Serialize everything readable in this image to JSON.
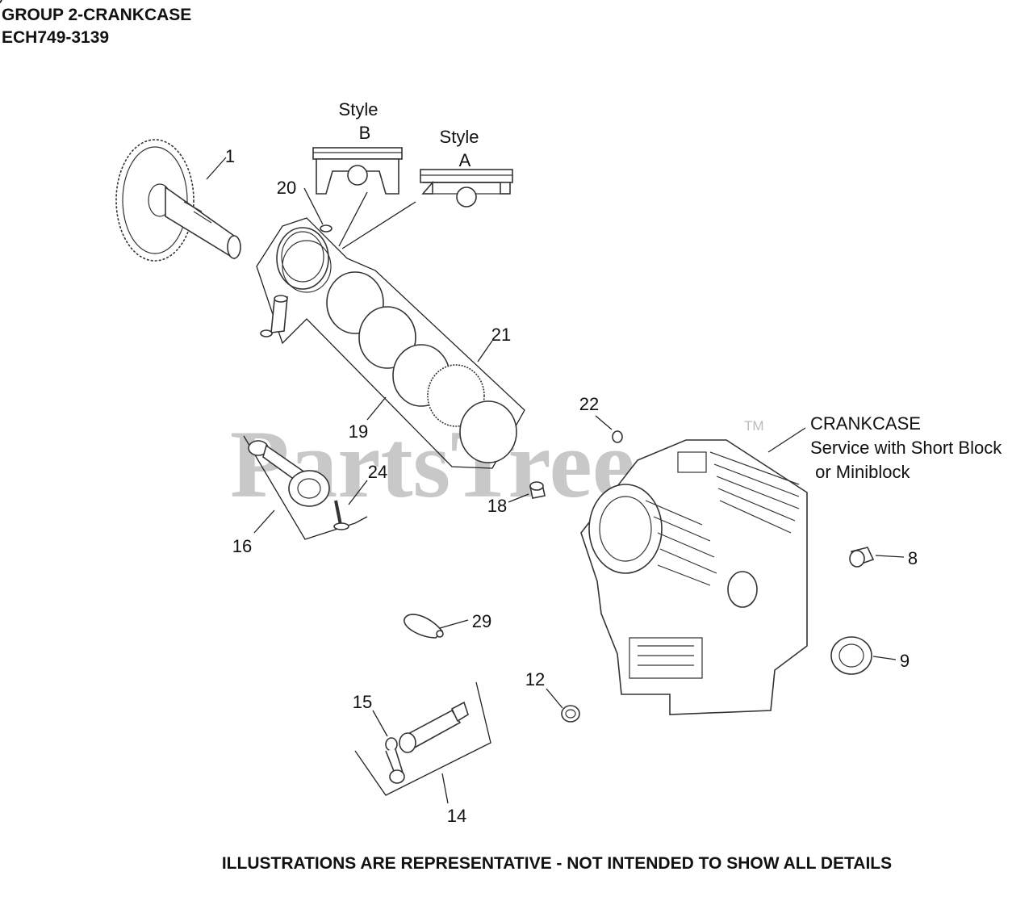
{
  "header": {
    "line1": "GROUP 2-CRANKCASE",
    "line2": "ECH749-3139"
  },
  "footer": "ILLUSTRATIONS ARE REPRESENTATIVE - NOT INTENDED TO SHOW ALL DETAILS",
  "watermark": {
    "text": "PartsTree",
    "tm": "TM"
  },
  "style_labels": {
    "b": [
      "Style",
      "B"
    ],
    "a": [
      "Style",
      "A"
    ]
  },
  "crankcase_label": [
    "CRANKCASE",
    "Service with Short Block",
    " or Miniblock"
  ],
  "callouts": [
    "1",
    "20",
    "21",
    "19",
    "22",
    "24",
    "18",
    "16",
    "8",
    "29",
    "9",
    "12",
    "15",
    "14"
  ]
}
